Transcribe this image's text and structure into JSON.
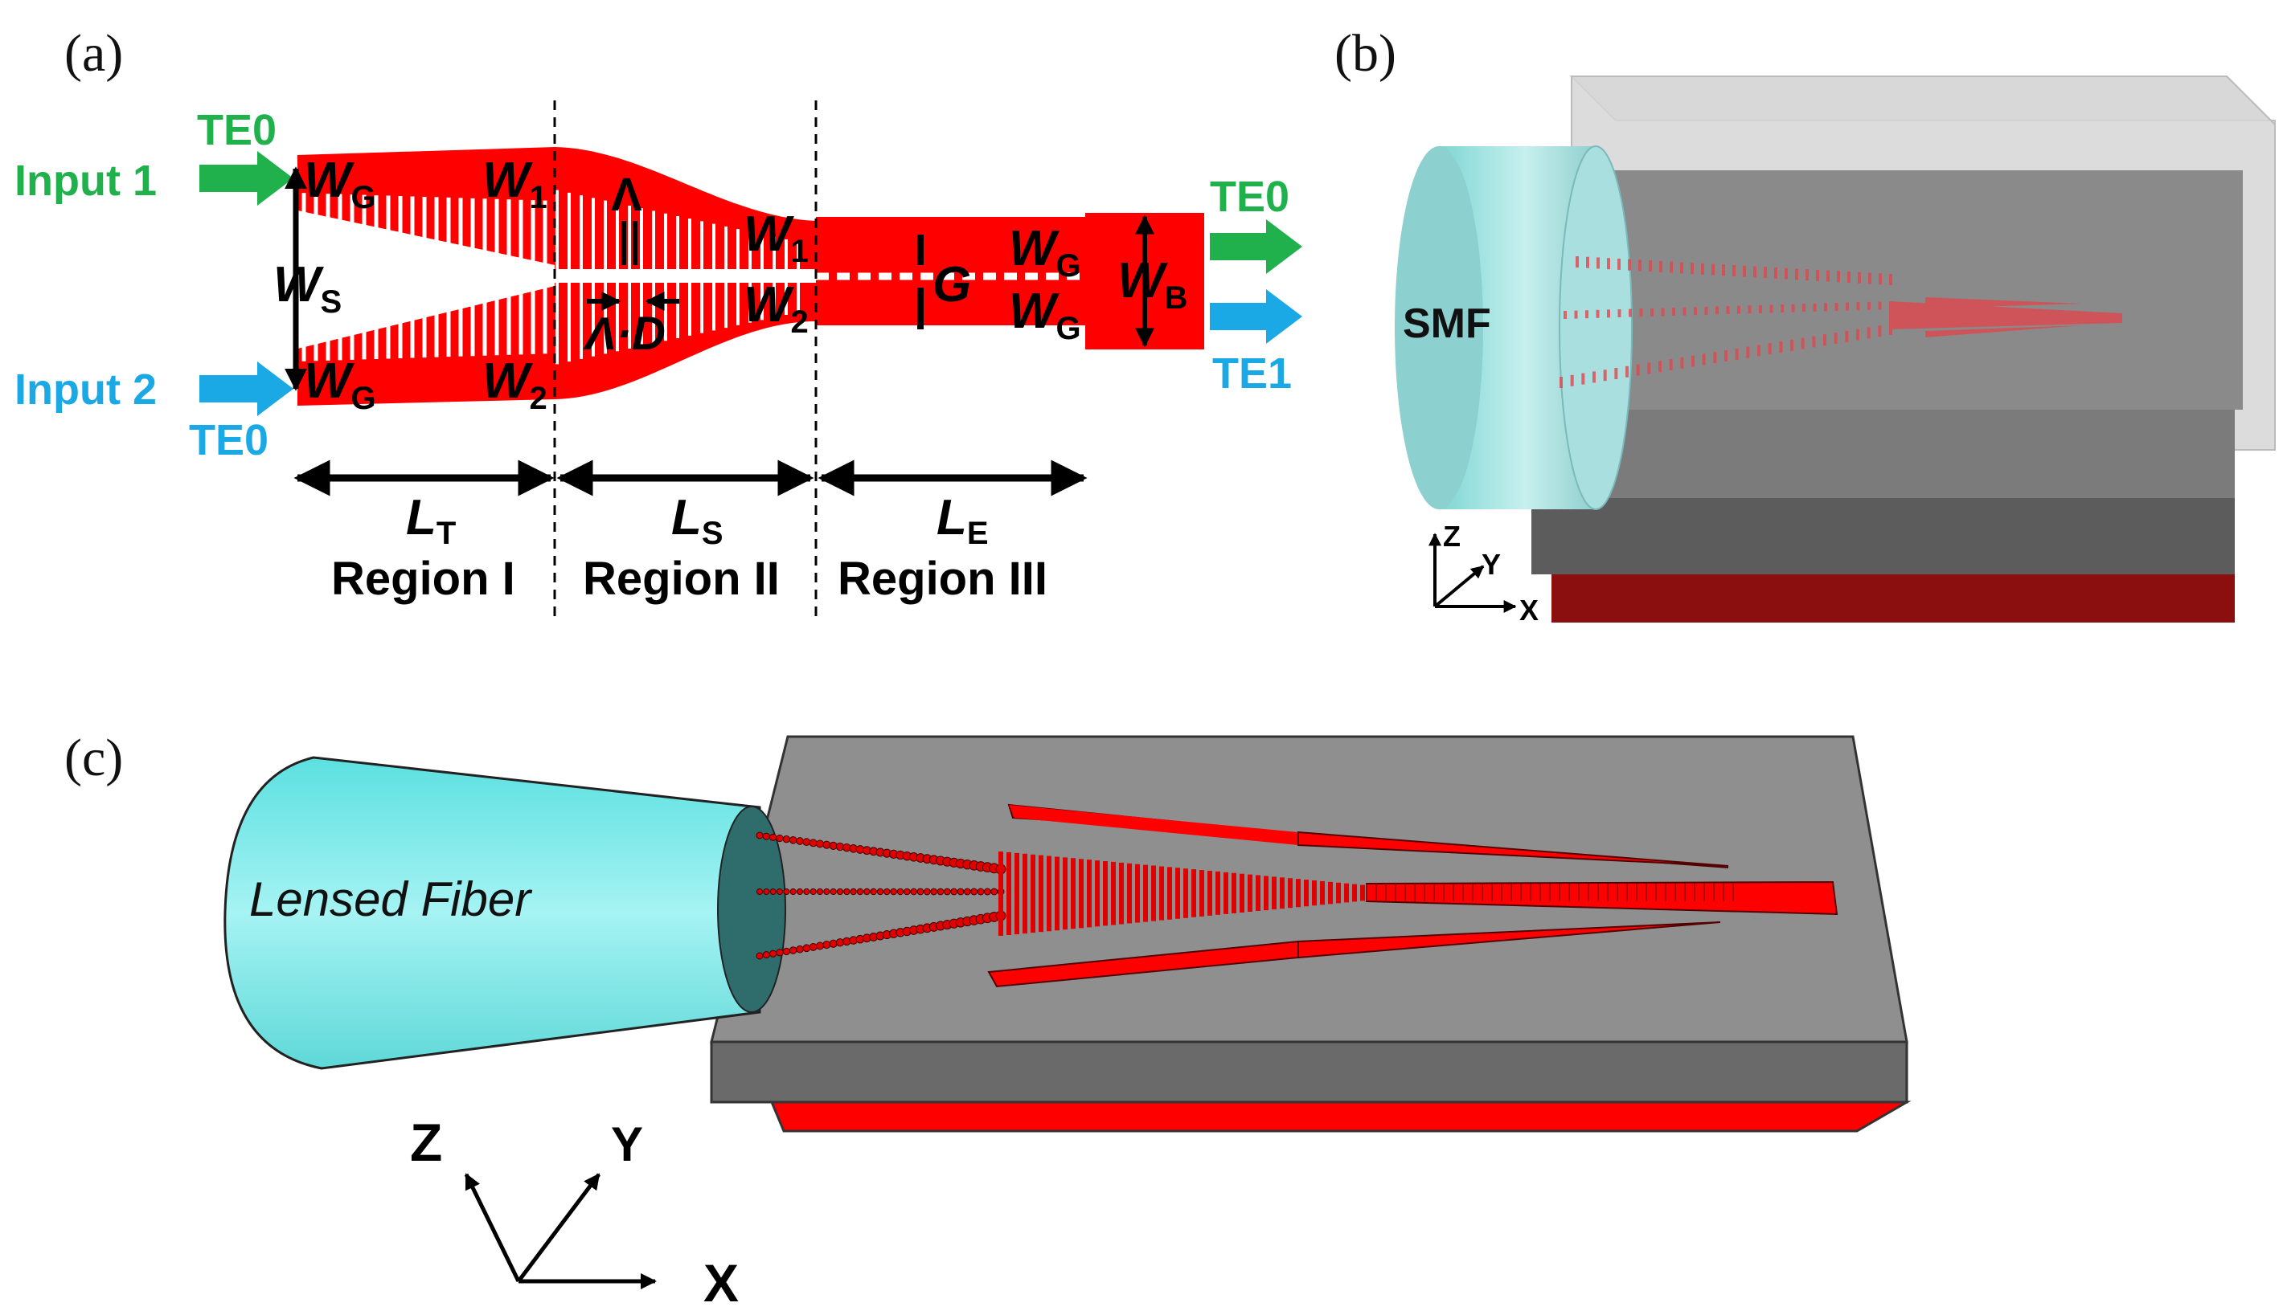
{
  "panels": {
    "a": {
      "tag": "(a)",
      "input1": {
        "label": "Input 1",
        "mode": "TE0"
      },
      "input2": {
        "label": "Input 2",
        "mode": "TE0"
      },
      "outputs": {
        "top": "TE0",
        "bottom": "TE1"
      },
      "symbols": {
        "wg_base": "W",
        "wg_sub": "G",
        "w1_base": "W",
        "w1_sub": "1",
        "w2_base": "W",
        "w2_sub": "2",
        "ws_base": "W",
        "ws_sub": "S",
        "wb_base": "W",
        "wb_sub": "B",
        "lambda": "Λ",
        "lambda_d": "Λ·D",
        "gap": "G"
      },
      "lengths": [
        {
          "base": "L",
          "sub": "T"
        },
        {
          "base": "L",
          "sub": "S"
        },
        {
          "base": "L",
          "sub": "E"
        }
      ],
      "regions": [
        "Region I",
        "Region II",
        "Region III"
      ]
    },
    "b": {
      "tag": "(b)",
      "fiber_label": "SMF",
      "axes": {
        "z": "Z",
        "y": "Y",
        "x": "X"
      }
    },
    "c": {
      "tag": "(c)",
      "fiber_label": "Lensed Fiber",
      "axes": {
        "z": "Z",
        "y": "Y",
        "x": "X"
      }
    }
  },
  "colors": {
    "waveguide_red": "#ff0000",
    "input1_green": "#21b14c",
    "input2_blue": "#1aa9e5",
    "fiber_cyan": "#6fe3e3",
    "chip_gray": "#888888",
    "substrate_red": "#8b0f0f"
  }
}
